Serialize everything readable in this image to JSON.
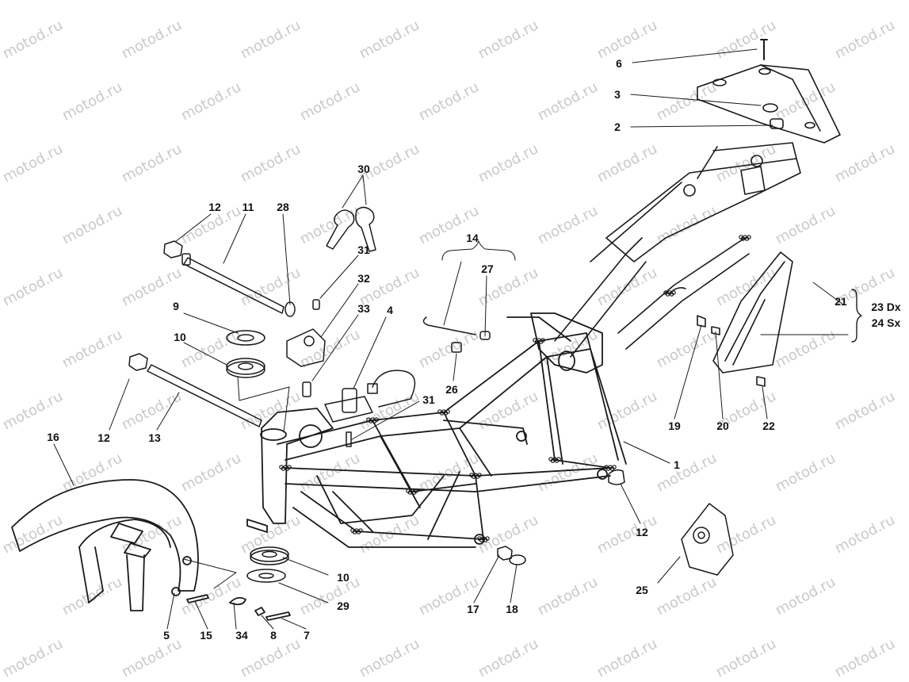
{
  "watermark": "motod.ru",
  "colors": {
    "line": "#1a1a1a",
    "watermark": "#c9c9c9",
    "background": "#ffffff"
  },
  "callouts": [
    "6",
    "3",
    "2",
    "30",
    "14",
    "27",
    "12",
    "11",
    "28",
    "31",
    "32",
    "9",
    "33",
    "4",
    "10",
    "12",
    "13",
    "31",
    "16",
    "1",
    "21",
    "23 Dx",
    "24 Sx",
    "19",
    "20",
    "22",
    "26",
    "12",
    "10",
    "29",
    "17",
    "18",
    "25",
    "5",
    "15",
    "34",
    "8",
    "7"
  ]
}
